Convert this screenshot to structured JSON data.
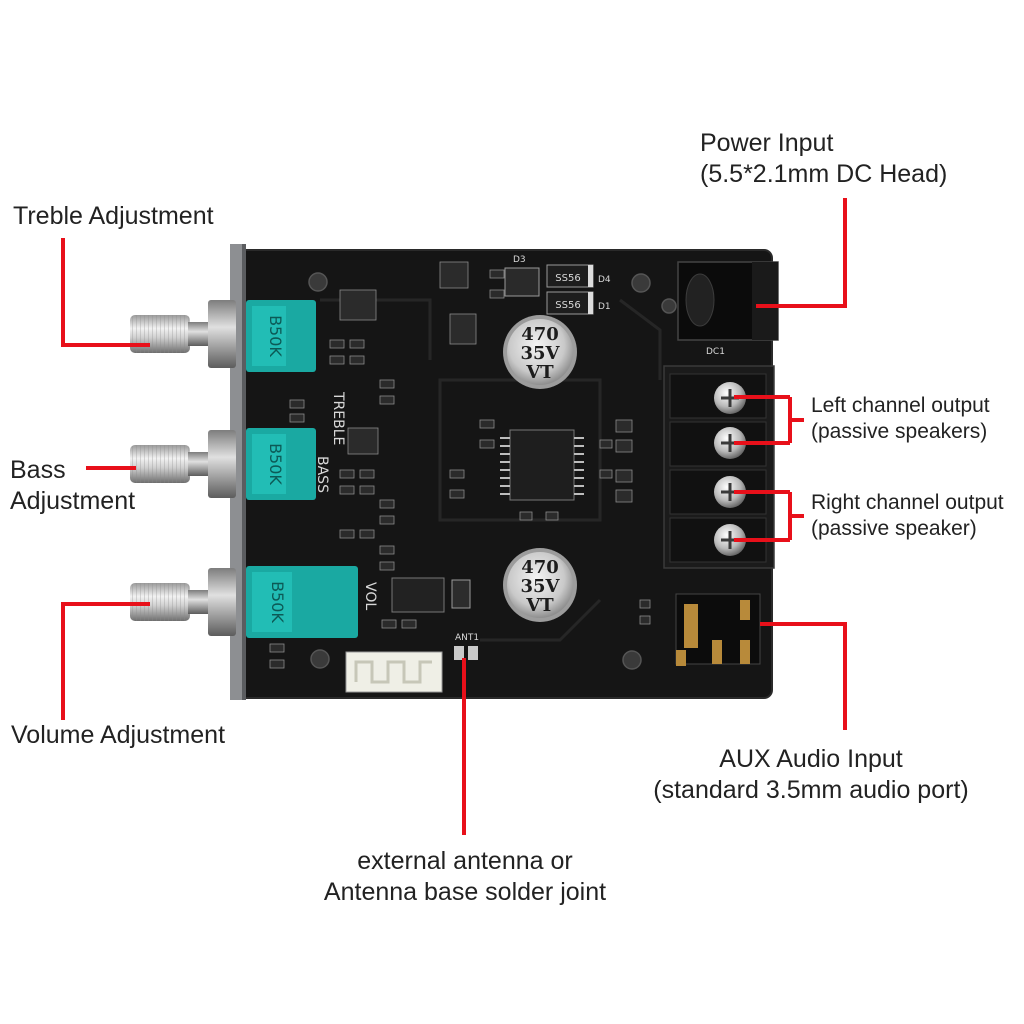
{
  "callouts": {
    "treble": "Treble Adjustment",
    "bass_line1": "Bass",
    "bass_line2": "Adjustment",
    "volume": "Volume Adjustment",
    "power_line1": "Power Input",
    "power_line2": "(5.5*2.1mm DC Head)",
    "left_line1": "Left channel output",
    "left_line2": "(passive speakers)",
    "right_line1": "Right channel output",
    "right_line2": "(passive speaker)",
    "aux_line1": "AUX Audio Input",
    "aux_line2": "(standard 3.5mm audio port)",
    "antenna_line1": "external antenna or",
    "antenna_line2": "Antenna base solder joint"
  },
  "board_markings": {
    "pot_code": "B50K",
    "treble_silk": "TREBLE",
    "bass_silk": "BASS",
    "vol_silk": "VOL",
    "cap_value": "470",
    "cap_voltage": "35V",
    "cap_series": "VT",
    "dc_silk": "DC1",
    "ant_silk": "ANT1",
    "diode_code": "SS56",
    "diode_d3": "D3",
    "diode_d4": "D4",
    "diode_d1": "D1"
  },
  "colors": {
    "pointer_line": "#e8101a",
    "pcb": "#141414",
    "pot_body": "#19a7a0",
    "callout_text": "#222222"
  }
}
